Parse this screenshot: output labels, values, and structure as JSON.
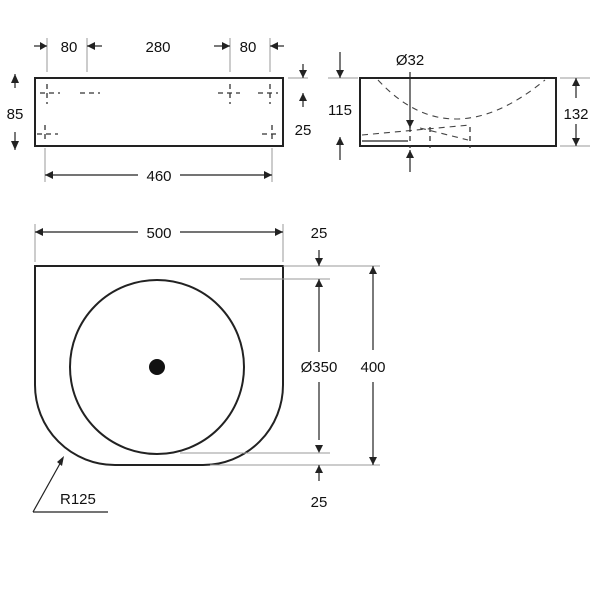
{
  "dimensions": {
    "top_side_offset_left": "80",
    "top_hole_spacing": "280",
    "top_side_offset_right": "80",
    "top_depth": "85",
    "top_edge_offset": "25",
    "top_width": "460",
    "side_drain_diameter": "Ø32",
    "side_inner_height": "115",
    "side_total_height": "132",
    "plan_width": "500",
    "plan_front_offset": "25",
    "plan_bowl_diameter": "Ø350",
    "plan_depth": "400",
    "plan_back_offset": "25",
    "plan_corner_radius": "R125"
  }
}
